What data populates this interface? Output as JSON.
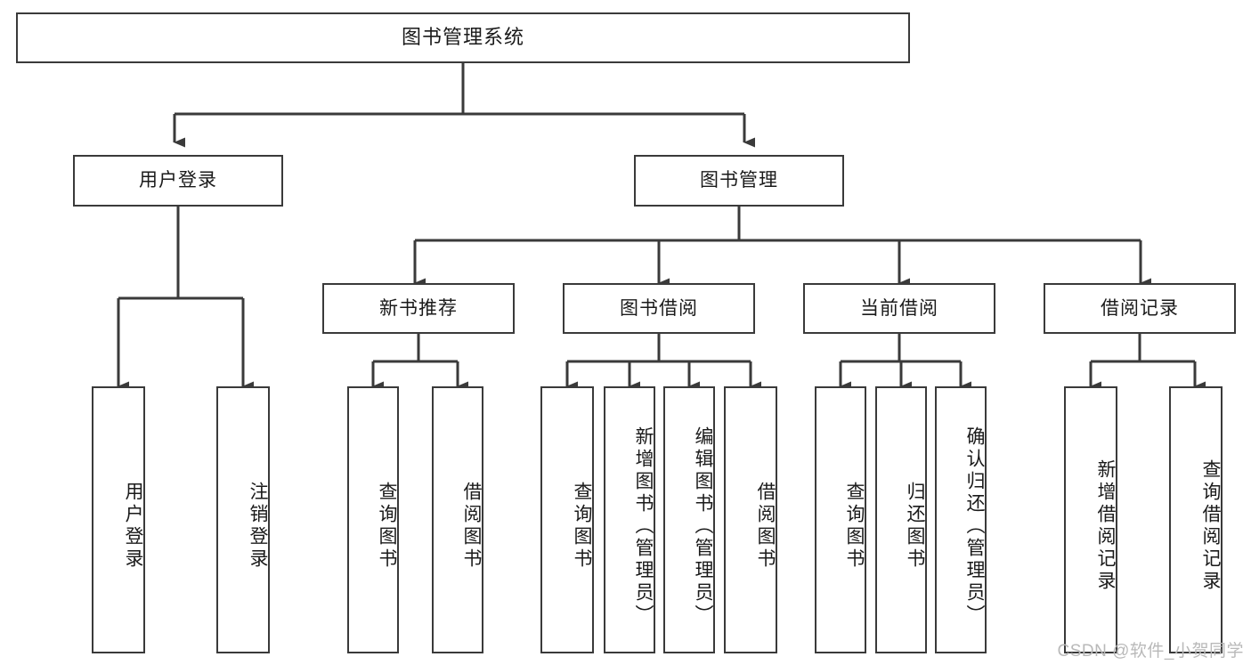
{
  "diagram": {
    "title": "图书管理系统",
    "type": "tree-hierarchy-diagram",
    "root": {
      "label": "图书管理系统"
    },
    "level2": [
      {
        "label": "用户登录"
      },
      {
        "label": "图书管理"
      }
    ],
    "level3": [
      {
        "label": "新书推荐"
      },
      {
        "label": "图书借阅"
      },
      {
        "label": "当前借阅"
      },
      {
        "label": "借阅记录"
      }
    ],
    "leaves_user_login": [
      {
        "label": "用户登录"
      },
      {
        "label": "注销登录"
      }
    ],
    "leaves_new_book": [
      {
        "label": "查询图书"
      },
      {
        "label": "借阅图书"
      }
    ],
    "leaves_borrow": [
      {
        "label": "查询图书"
      },
      {
        "label": "新增图书（管理员）"
      },
      {
        "label": "编辑图书（管理员）"
      },
      {
        "label": "借阅图书"
      }
    ],
    "leaves_current": [
      {
        "label": "查询图书"
      },
      {
        "label": "归还图书"
      },
      {
        "label": "确认归还（管理员）"
      }
    ],
    "leaves_record": [
      {
        "label": "新增借阅记录"
      },
      {
        "label": "查询借阅记录"
      }
    ]
  },
  "colors": {
    "stroke": "#3a3a3a",
    "box_fill": "#ffffff",
    "text": "#1a1a1a",
    "watermark": "#b9b9b9",
    "background": "#ffffff"
  },
  "watermark": {
    "text": "CSDN @软件_小贺同学"
  }
}
